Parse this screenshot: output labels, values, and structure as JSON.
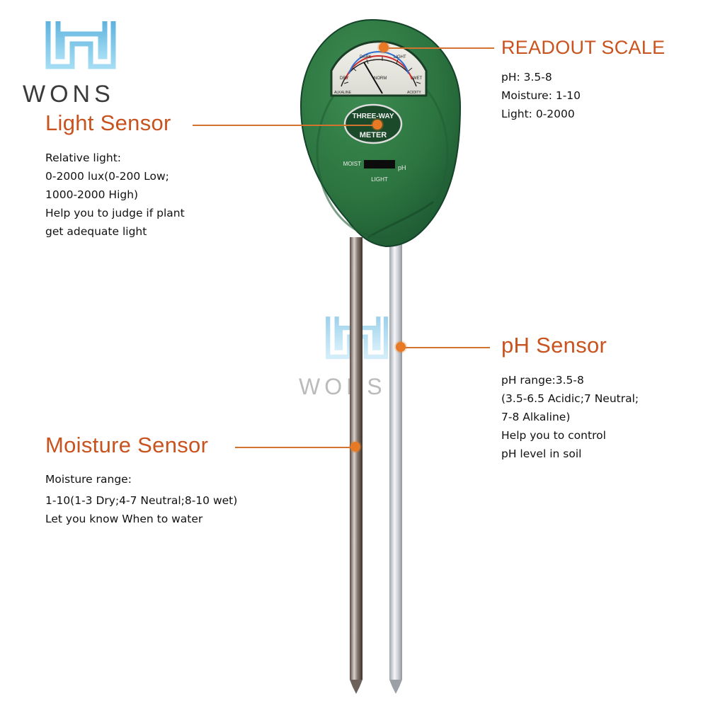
{
  "brand": {
    "name": "WONS",
    "colors": {
      "logo_gradient_top": "#63b6e0",
      "logo_gradient_bottom": "#9ed8f2",
      "logo_text": "#3b3b3b"
    }
  },
  "device": {
    "badge_line1": "THREE-WAY",
    "badge_line2": "METER",
    "switch_left": "MOIST",
    "switch_right": "pH",
    "switch_bottom": "LIGHT",
    "gauge_labels": [
      "DARK",
      "LIGHT",
      "DRY",
      "WET",
      "ALKALINE",
      "ACIDITY",
      "NORM"
    ],
    "colors": {
      "body": "#2f7a44",
      "body_dark": "#1d5a30",
      "accent": "#e87a25"
    }
  },
  "callouts": {
    "readout": {
      "title": "READOUT SCALE",
      "lines": [
        "pH: 3.5-8",
        "Moisture: 1-10",
        "Light: 0-2000"
      ]
    },
    "light": {
      "title": "Light Sensor",
      "lines": [
        "Relative light:",
        "0-2000 lux(0-200 Low;",
        "1000-2000 High)",
        "Help you to judge if plant",
        "get adequate light"
      ]
    },
    "ph": {
      "title": "pH Sensor",
      "lines": [
        "pH range:3.5-8",
        "(3.5-6.5 Acidic;7 Neutral;",
        "7-8 Alkaline)",
        "Help you to control",
        "pH level in soil"
      ]
    },
    "moisture": {
      "title": "Moisture Sensor",
      "lines": [
        "Moisture range:",
        "1-10(1-3 Dry;4-7 Neutral;8-10 wet)",
        "Let you know When to water"
      ]
    }
  }
}
